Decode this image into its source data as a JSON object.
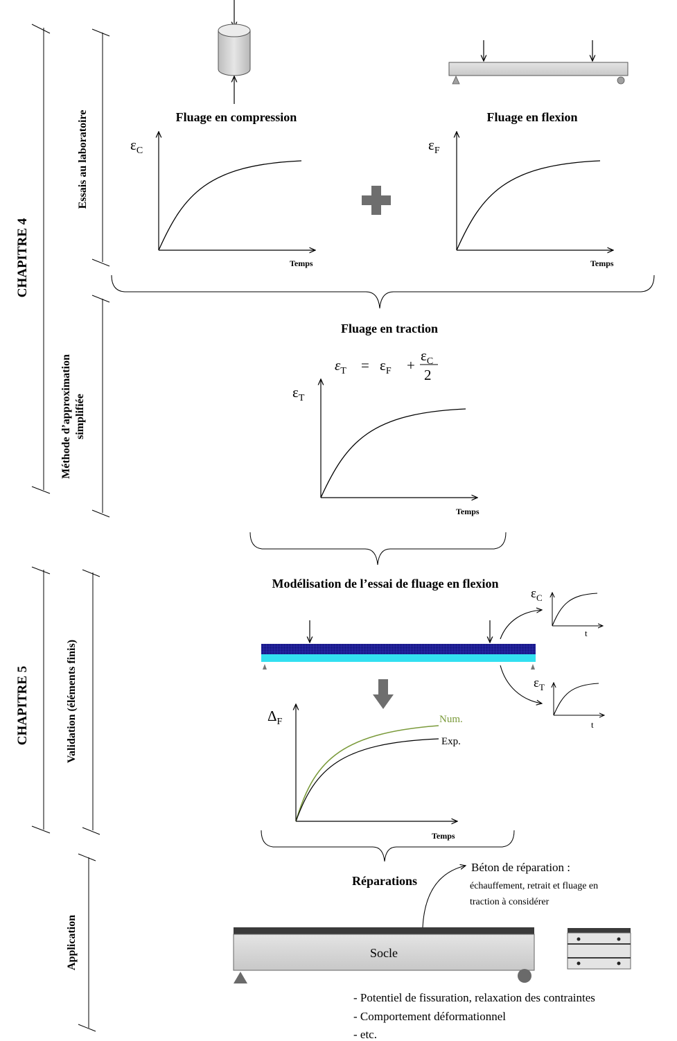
{
  "chapter4": {
    "label": "CHAPITRE 4"
  },
  "chapter5": {
    "label": "CHAPITRE 5"
  },
  "sections": {
    "lab": "Essais au laboratoire",
    "approx_line1": "Méthode d’approximation",
    "approx_line2": "simplifiée",
    "validation": "Validation (éléments finis)",
    "application": "Application"
  },
  "compression": {
    "title": "Fluage en compression",
    "ylabel": "ε",
    "ysub": "C",
    "xlabel": "Temps"
  },
  "flexion": {
    "title": "Fluage en flexion",
    "ylabel": "ε",
    "ysub": "F",
    "xlabel": "Temps"
  },
  "traction": {
    "title": "Fluage en traction",
    "formula": {
      "lhs": "ε",
      "lhs_sub": "T",
      "eq": "=",
      "term": "ε",
      "term_sub": "F",
      "plus": "+",
      "num": "ε",
      "num_sub": "C",
      "den": "2"
    },
    "ylabel": "ε",
    "ysub": "T",
    "xlabel": "Temps"
  },
  "modelisation": {
    "title": "Modélisation de l’essai de fluage en flexion",
    "small_top": {
      "ylabel": "ε",
      "ysub": "C",
      "xlabel": "t"
    },
    "small_bottom": {
      "ylabel": "ε",
      "ysub": "T",
      "xlabel": "t"
    }
  },
  "validation_chart": {
    "ylabel": "Δ",
    "ysub": "F",
    "xlabel": "Temps",
    "legend_num": "Num.",
    "legend_exp": "Exp.",
    "colors": {
      "num": "#7a9a3a",
      "exp": "#000000"
    }
  },
  "reparations": {
    "title": "Réparations",
    "note_line1": "Béton de réparation :",
    "note_line2": "échauffement, retrait et fluage en",
    "note_line3": "traction à considérer",
    "socle": "Socle",
    "bullets": [
      "- Potentiel de fissuration, relaxation des contraintes",
      "- Comportement déformationnel",
      "- etc."
    ]
  },
  "colors": {
    "mesh_dark": "#1a1a8c",
    "mesh_light": "#33e0f0",
    "plus_symbol": "#6e6e6e",
    "specimen": "#d9d9d9"
  }
}
